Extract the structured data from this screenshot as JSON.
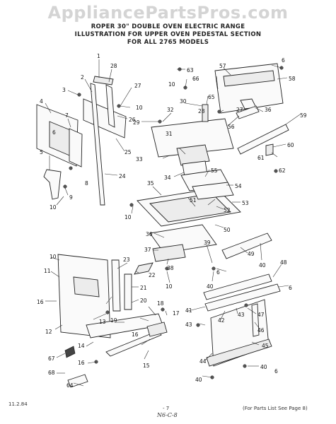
{
  "watermark": "AppliancePartsPros.com",
  "header": {
    "line1": "ROPER 30\" DOUBLE OVEN ELECTRIC RANGE",
    "line2": "ILLUSTRATION FOR UPPER OVEN PEDESTAL SECTION",
    "line3": "FOR ALL 2765 MODELS"
  },
  "footer": {
    "date": "11.2.84",
    "page": "- 7",
    "note": "(For Parts List See Page 8)",
    "handwritten": "N6-C-8"
  },
  "callouts": [
    "1",
    "2",
    "3",
    "4",
    "5",
    "6",
    "7",
    "8",
    "9",
    "10",
    "11",
    "12",
    "13",
    "14",
    "15",
    "16",
    "17",
    "18",
    "19",
    "20",
    "21",
    "22",
    "23",
    "24",
    "25",
    "26",
    "27",
    "28",
    "29",
    "30",
    "31",
    "32",
    "33",
    "34",
    "35",
    "36",
    "37",
    "38",
    "39",
    "40",
    "41",
    "42",
    "43",
    "44",
    "45",
    "46",
    "47",
    "48",
    "49",
    "50",
    "51",
    "52",
    "53",
    "54",
    "55",
    "56",
    "57",
    "58",
    "59",
    "60",
    "61",
    "62",
    "63",
    "64",
    "65",
    "66",
    "67",
    "68"
  ]
}
